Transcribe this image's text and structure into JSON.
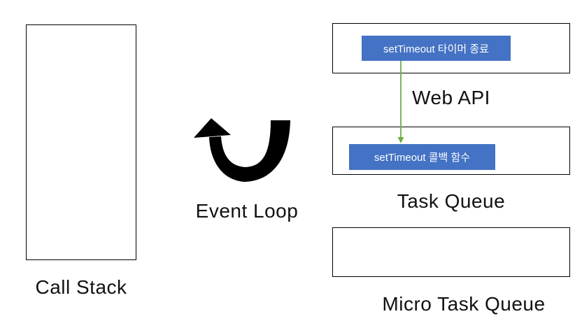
{
  "diagram": {
    "call_stack": {
      "label": "Call Stack"
    },
    "event_loop": {
      "label": "Event Loop"
    },
    "web_api": {
      "label": "Web API",
      "chip": "setTimeout 타이머 종료"
    },
    "task_queue": {
      "label": "Task Queue",
      "chip": "setTimeout 콜백 함수"
    },
    "micro_task_queue": {
      "label": "Micro Task Queue"
    },
    "arrows": {
      "timer_arrow": "web_api.chip to task_queue.chip",
      "event_loop_arrow": "u-turn arrow pointing up"
    },
    "colors": {
      "chip_fill": "#4472C4",
      "chip_text": "#FFFFFF",
      "green_arrow": "#70AD47",
      "black_arrow": "#000000",
      "box_border": "#000000",
      "background": "#FFFFFF"
    }
  }
}
